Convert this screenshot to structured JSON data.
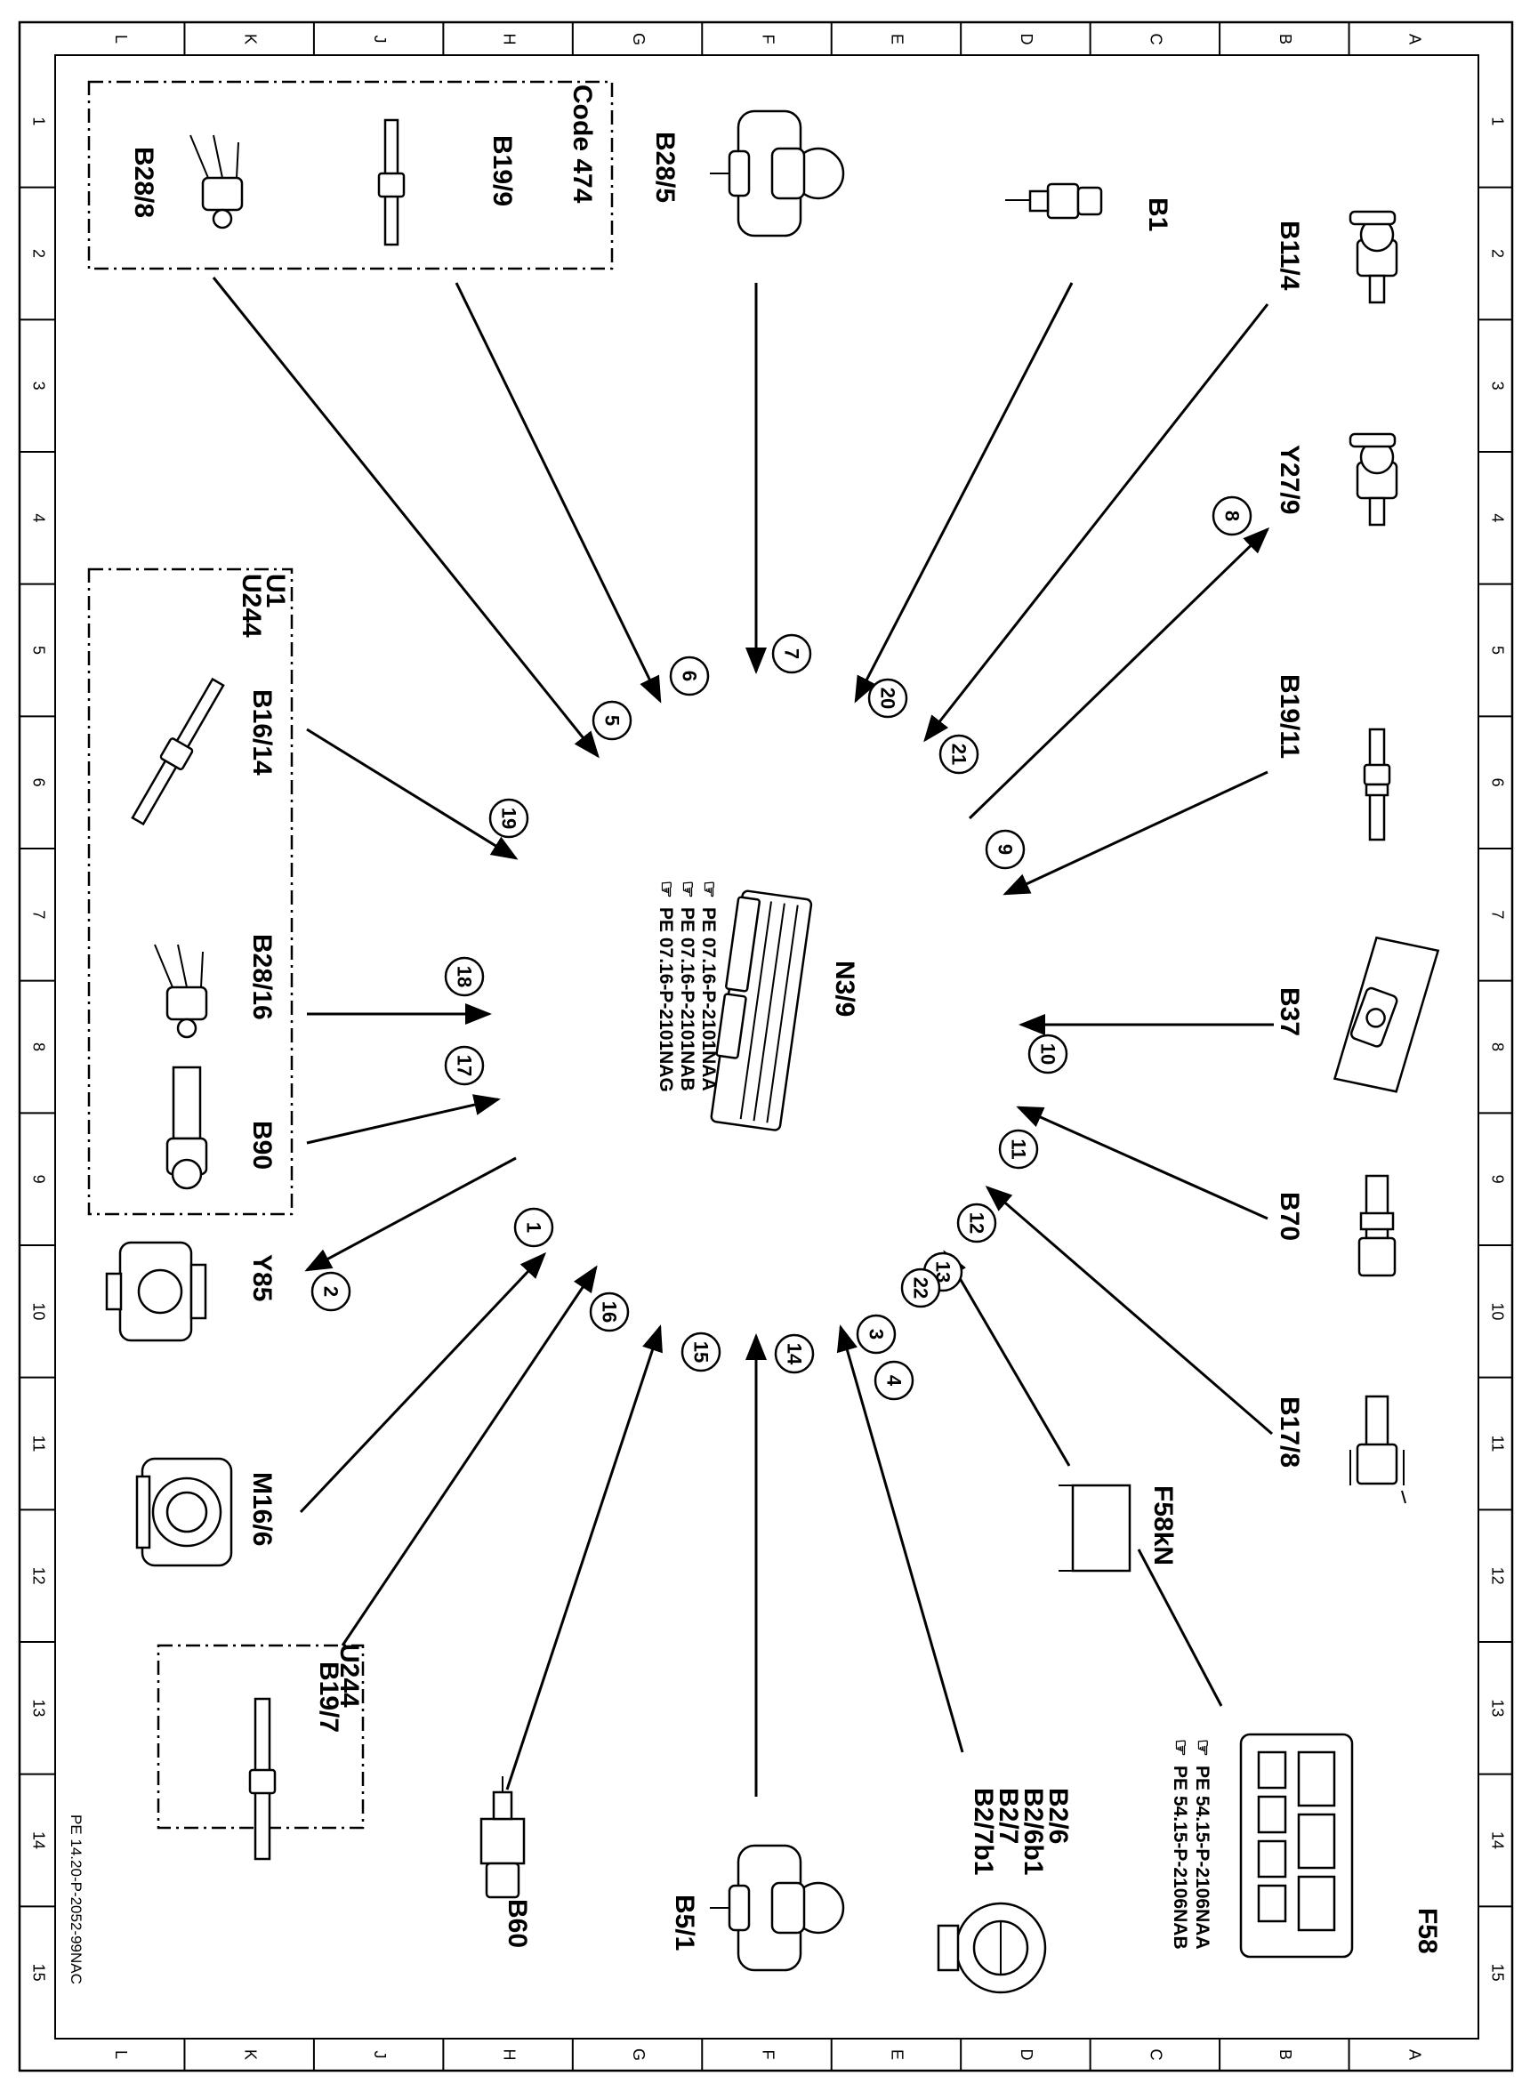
{
  "frame": {
    "col_labels": [
      "L",
      "K",
      "J",
      "H",
      "G",
      "F",
      "E",
      "D",
      "C",
      "B",
      "A"
    ],
    "row_labels": [
      "1",
      "2",
      "3",
      "4",
      "5",
      "6",
      "7",
      "8",
      "9",
      "10",
      "11",
      "12",
      "13",
      "14",
      "15"
    ],
    "doc_id": "PE 14.20-P-2052-99NAC"
  },
  "center": {
    "label": "N3/9",
    "refs": [
      "PE 07.16-P-2101NAA",
      "PE 07.16-P-2101NAB",
      "PE 07.16-P-2101NAG"
    ]
  },
  "components": {
    "B28_5": "B28/5",
    "B1": "B1",
    "B11_4": "B11/4",
    "Y27_9": "Y27/9",
    "B19_11": "B19/11",
    "B37": "B37",
    "B70": "B70",
    "B17_8": "B17/8",
    "F58kN": "F58kN",
    "F58": "F58",
    "F58_refs": [
      "PE 54.15-P-2106NAA",
      "PE 54.15-P-2106NAB"
    ],
    "B2": [
      "B2/6",
      "B2/6b1",
      "B2/7",
      "B2/7b1"
    ],
    "B5_1": "B5/1",
    "B60": "B60",
    "B19_7": "B19/7",
    "M16_6": "M16/6",
    "Y85": "Y85",
    "B90": "B90",
    "B28_16": "B28/16",
    "B16_14": "B16/14",
    "B19_9": "B19/9",
    "B28_8": "B28/8"
  },
  "groups": {
    "code474": "Code 474",
    "u1": "U1",
    "u244": "U244",
    "u244_b": "U244"
  },
  "callouts": [
    "1",
    "2",
    "3",
    "4",
    "5",
    "6",
    "7",
    "8",
    "9",
    "10",
    "11",
    "12",
    "13",
    "14",
    "15",
    "16",
    "17",
    "18",
    "19",
    "20",
    "21",
    "22"
  ]
}
